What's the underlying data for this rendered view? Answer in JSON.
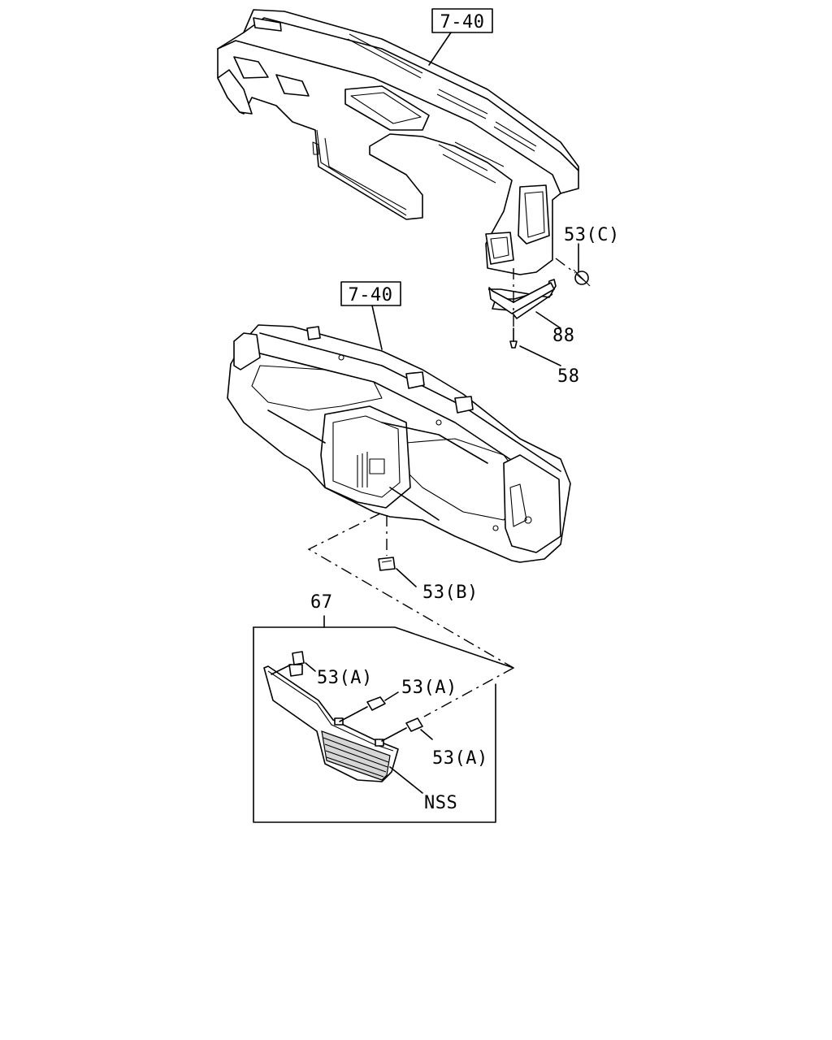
{
  "callouts": {
    "ref_upper": "7-40",
    "ref_lower": "7-40",
    "part_53c": "53(C)",
    "part_88": "88",
    "part_58": "58",
    "part_53b": "53(B)",
    "part_67": "67",
    "part_53a_1": "53(A)",
    "part_53a_2": "53(A)",
    "part_53a_3": "53(A)",
    "part_nss": "NSS"
  }
}
